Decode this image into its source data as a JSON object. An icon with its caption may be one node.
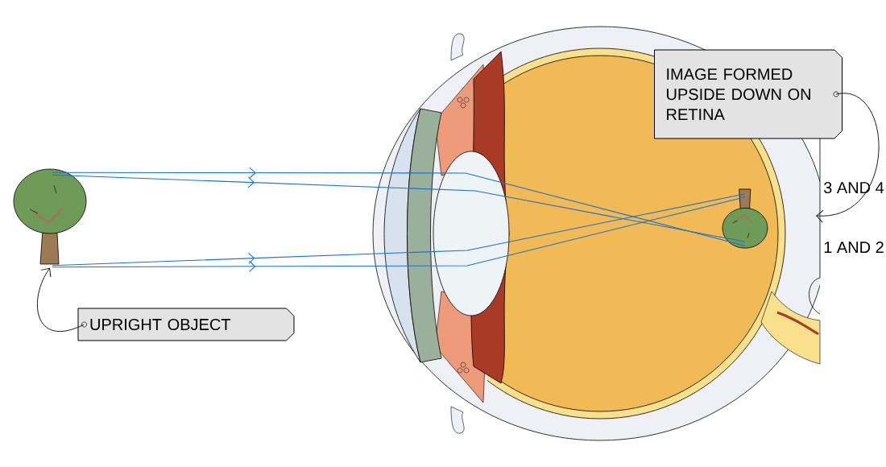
{
  "diagram": {
    "nodes": [
      {
        "text": [
          "UPRIGHT OBJECT"
        ]
      },
      {
        "text": [],
        "shape": "picture"
      },
      {
        "text": [
          "IMAGE FORMED UPSIDE DOWN ON RETINA"
        ]
      },
      {
        "text": [],
        "shape": "picture"
      }
    ],
    "edges": [
      {
        "from": 1,
        "to": 3,
        "arrow": "to"
      },
      {
        "from": 1,
        "to": 3,
        "arrow": "to"
      },
      {
        "from": 1,
        "to": 3,
        "arrow": "to"
      },
      {
        "from": 1,
        "to": 3,
        "arrow": "to"
      },
      {
        "from": 0,
        "to": 1,
        "arrow": "to",
        "color": "#1a1a1a"
      },
      {
        "from": 2,
        "to": null,
        "arrow": "to",
        "color": "#1a1a1a"
      }
    ],
    "labels": [
      "3 AND 4",
      "1 AND 2"
    ]
  }
}
